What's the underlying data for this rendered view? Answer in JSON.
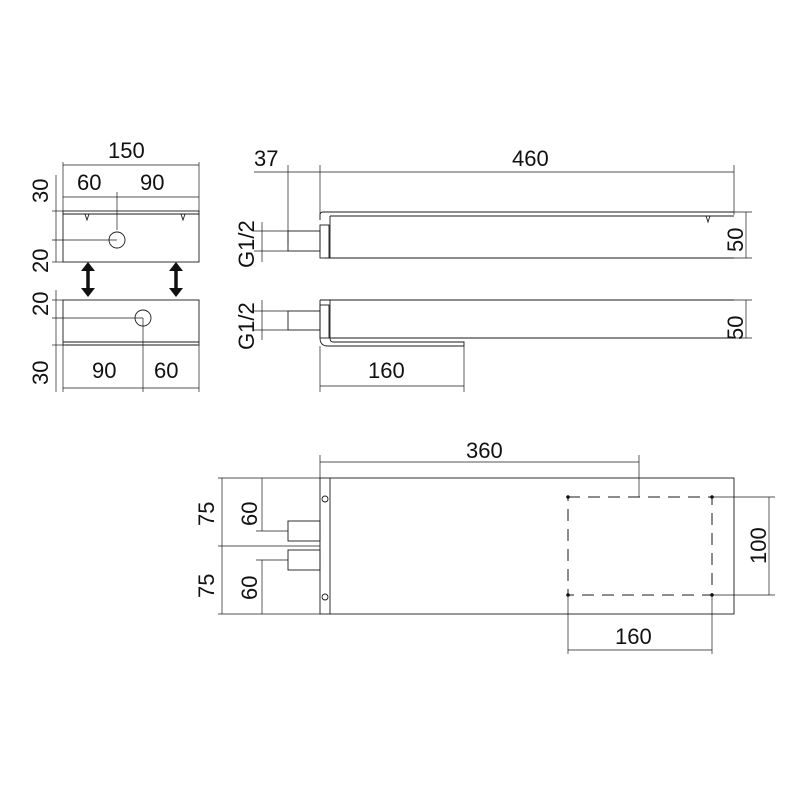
{
  "labels": {
    "w150": "150",
    "w60a": "60",
    "w90a": "90",
    "h30a": "30",
    "h20a": "20",
    "h20b": "20",
    "h30b": "30",
    "w90b": "90",
    "w60b": "60",
    "d37": "37",
    "d460": "460",
    "g12a": "G1/2",
    "h50a": "50",
    "g12b": "G1/2",
    "h50b": "50",
    "d160a": "160",
    "d360": "360",
    "h75a": "75",
    "h60a": "60",
    "h75b": "75",
    "h60b": "60",
    "h100": "100",
    "d160b": "160"
  }
}
